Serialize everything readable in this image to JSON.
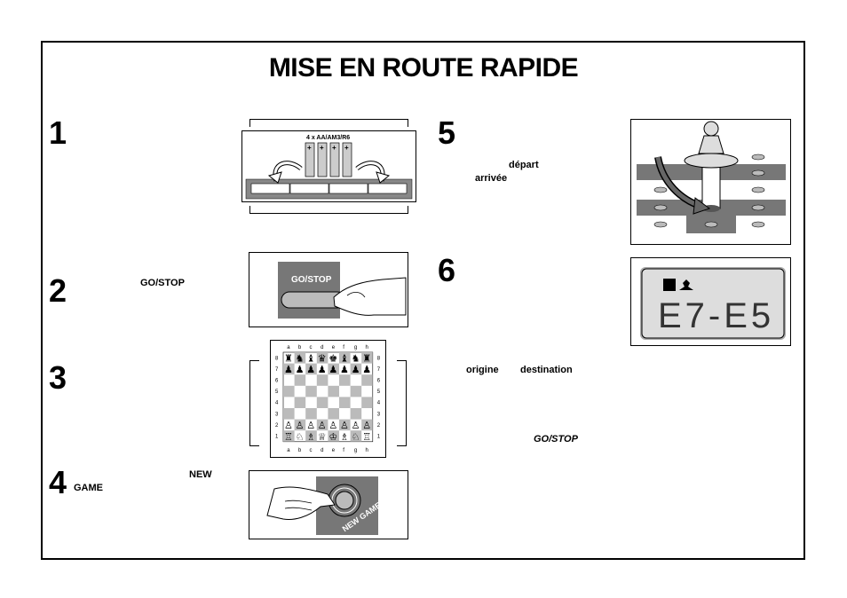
{
  "title": "MISE EN ROUTE RAPIDE",
  "steps": {
    "s1": "1",
    "s2": "2",
    "s3": "3",
    "s4": "4",
    "s5": "5",
    "s6": "6"
  },
  "keywords": {
    "go_stop": "GO/STOP",
    "new": "NEW",
    "game": "GAME",
    "depart": "départ",
    "arrivee": "arrivée",
    "origine": "origine",
    "destination": "destination",
    "go_stop_italic": "GO/STOP"
  },
  "illustrations": {
    "battery_label": "4 x AA/AM3/R6",
    "go_stop_button": "GO/STOP",
    "new_game_button": "NEW GAME",
    "lcd_display": "E7-E5",
    "board_files": [
      "a",
      "b",
      "c",
      "d",
      "e",
      "f",
      "g",
      "h"
    ],
    "board_ranks": [
      "8",
      "7",
      "6",
      "5",
      "4",
      "3",
      "2",
      "1"
    ]
  }
}
